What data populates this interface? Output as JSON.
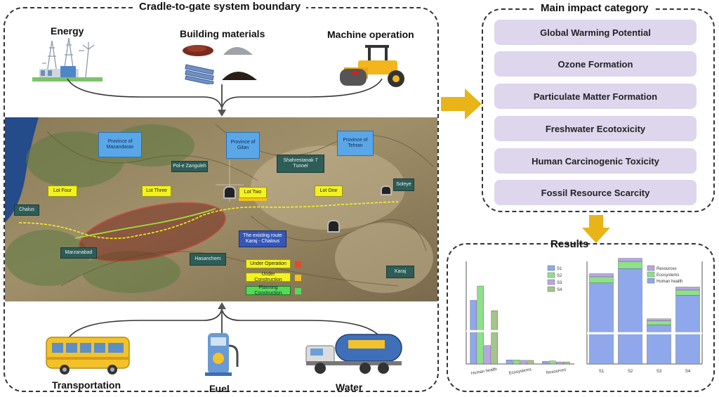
{
  "boundary": {
    "title": "Cradle-to-gate system boundary"
  },
  "inputs": {
    "energy": "Energy",
    "building_materials": "Building materials",
    "machine_operation": "Machine operation",
    "transportation": "Transportation",
    "fuel": "Fuel",
    "water": "Water"
  },
  "impact": {
    "title": "Main impact category",
    "categories": [
      "Global Warming Potential",
      "Ozone Formation",
      "Particulate Matter Formation",
      "Freshwater Ecotoxicity",
      "Human Carcinogenic Toxicity",
      "Fossil Resource Scarcity"
    ]
  },
  "results": {
    "title": "Results"
  },
  "map": {
    "labels_blue": [
      "Province of Mazandaran",
      "Province of Gilan",
      "Province of Tehran"
    ],
    "labels_dark": [
      "Pol-e Zanguleh",
      "Shahrestanak 7 Tunnel",
      "Chalus",
      "Marzanabad",
      "Hasanchem",
      "Karaj",
      "Soleye"
    ],
    "labels_yellow": [
      "Lot Four",
      "Lot Three",
      "Lot Two",
      "Lot One"
    ],
    "label_navy": "The existing route Karaj - Chalous",
    "legend": [
      "Under Operation",
      "Under Construction",
      "Planning Construction"
    ],
    "legend_colors": [
      "#e34b2a",
      "#f4c21e",
      "#57d957"
    ]
  },
  "chart_left": {
    "legend": [
      "S1",
      "S2",
      "S3",
      "S4"
    ],
    "colors": [
      "#8fa8ec",
      "#8ee08a",
      "#b8a6e4",
      "#a4c48a"
    ],
    "categories": [
      "Human health",
      "Ecosystems",
      "Resources"
    ],
    "series": [
      {
        "name": "S1",
        "values": [
          0.62,
          0.04,
          0.025
        ]
      },
      {
        "name": "S2",
        "values": [
          0.76,
          0.04,
          0.03
        ]
      },
      {
        "name": "S3",
        "values": [
          0.18,
          0.035,
          0.02
        ]
      },
      {
        "name": "S4",
        "values": [
          0.52,
          0.035,
          0.02
        ]
      }
    ]
  },
  "chart_right": {
    "legend": [
      "Resources",
      "Ecosystems",
      "Human health"
    ],
    "colors": [
      "#b8a6e4",
      "#8ee08a",
      "#8fa8ec"
    ],
    "categories": [
      "S1",
      "S2",
      "S3",
      "S4"
    ],
    "stacks": [
      {
        "hh": 0.79,
        "eco": 0.06,
        "res": 0.03
      },
      {
        "hh": 0.93,
        "eco": 0.07,
        "res": 0.03
      },
      {
        "hh": 0.38,
        "eco": 0.04,
        "res": 0.02
      },
      {
        "hh": 0.67,
        "eco": 0.05,
        "res": 0.03
      }
    ]
  }
}
